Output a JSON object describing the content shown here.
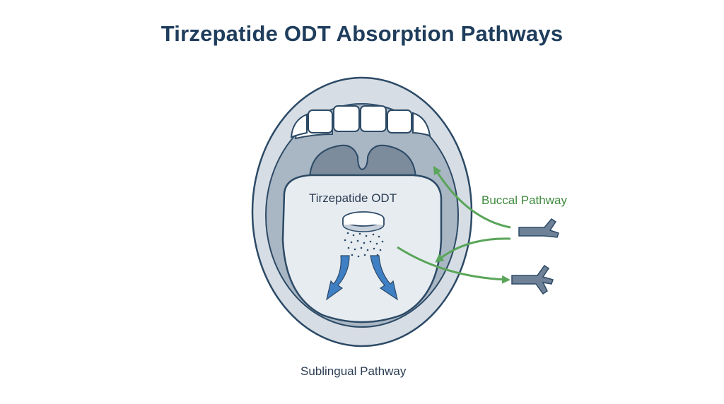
{
  "diagram": {
    "title": "Tirzepatide ODT Absorption Pathways",
    "labels": {
      "tablet": "Tirzepatide ODT",
      "buccal": "Buccal Pathway",
      "sublingual": "Sublingual Pathway"
    },
    "colors": {
      "title": "#1f3d5c",
      "outline": "#2c4a66",
      "mouth_outer": "#d6dde4",
      "mouth_inner": "#a9b6c3",
      "palate": "#7c8c9c",
      "tongue": "#e7ecf1",
      "buccal_arrows": "#5aa55a",
      "sublingual_arrows": "#3f7fc4",
      "vessel": "#6f8196"
    }
  }
}
